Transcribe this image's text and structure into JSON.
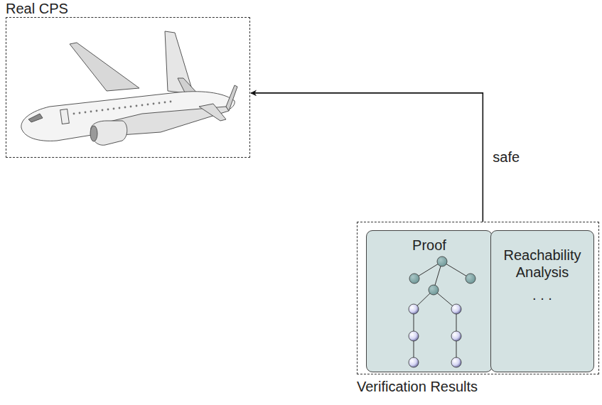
{
  "diagram": {
    "nodes": [
      {
        "text": [
          "Real CPS"
        ]
      },
      {
        "text": [
          "Verification Results"
        ]
      },
      {
        "text": [
          "Proof"
        ],
        "in": 1
      },
      {
        "text": [
          "Reachability Analysis",
          ". . ."
        ],
        "in": 1
      }
    ],
    "edges": [
      {
        "from": 1,
        "to": 0,
        "arrow": "to",
        "label": "safe"
      }
    ]
  }
}
